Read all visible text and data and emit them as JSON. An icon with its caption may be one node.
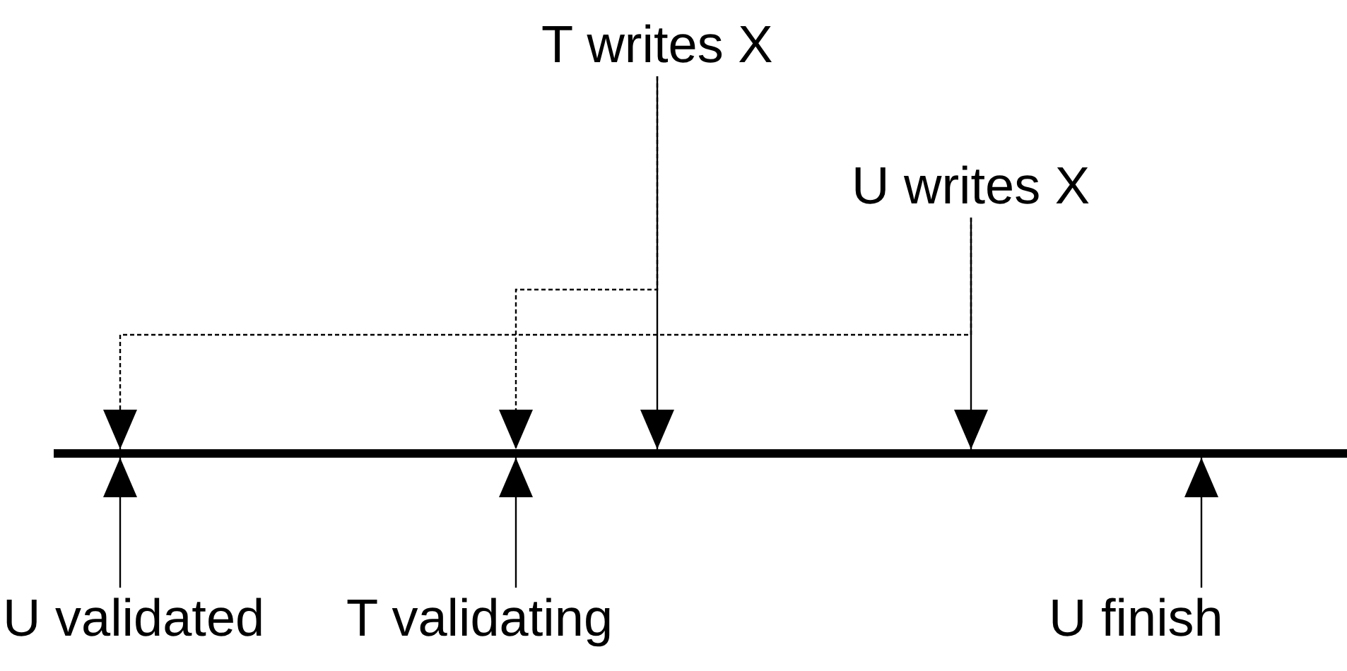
{
  "diagram": {
    "nodes": [
      {
        "text": [
          "T writes X"
        ]
      },
      {
        "text": [
          "U writes X"
        ]
      },
      {
        "text": [],
        "shape": "bar"
      },
      {
        "text": [
          "U validated"
        ]
      },
      {
        "text": [
          "T validating"
        ]
      },
      {
        "text": [
          "U finish"
        ]
      }
    ],
    "edges": [
      {
        "from": 0,
        "to": 2,
        "arrow": "to"
      },
      {
        "from": 1,
        "to": 2,
        "arrow": "to"
      },
      {
        "from": 0,
        "to": 2,
        "arrow": "to",
        "style": "dashed"
      },
      {
        "from": 1,
        "to": 2,
        "arrow": "to",
        "style": "dashed"
      },
      {
        "from": 3,
        "to": 2,
        "arrow": "to"
      },
      {
        "from": 4,
        "to": 2,
        "arrow": "to"
      },
      {
        "from": 5,
        "to": 2,
        "arrow": "to"
      }
    ]
  }
}
